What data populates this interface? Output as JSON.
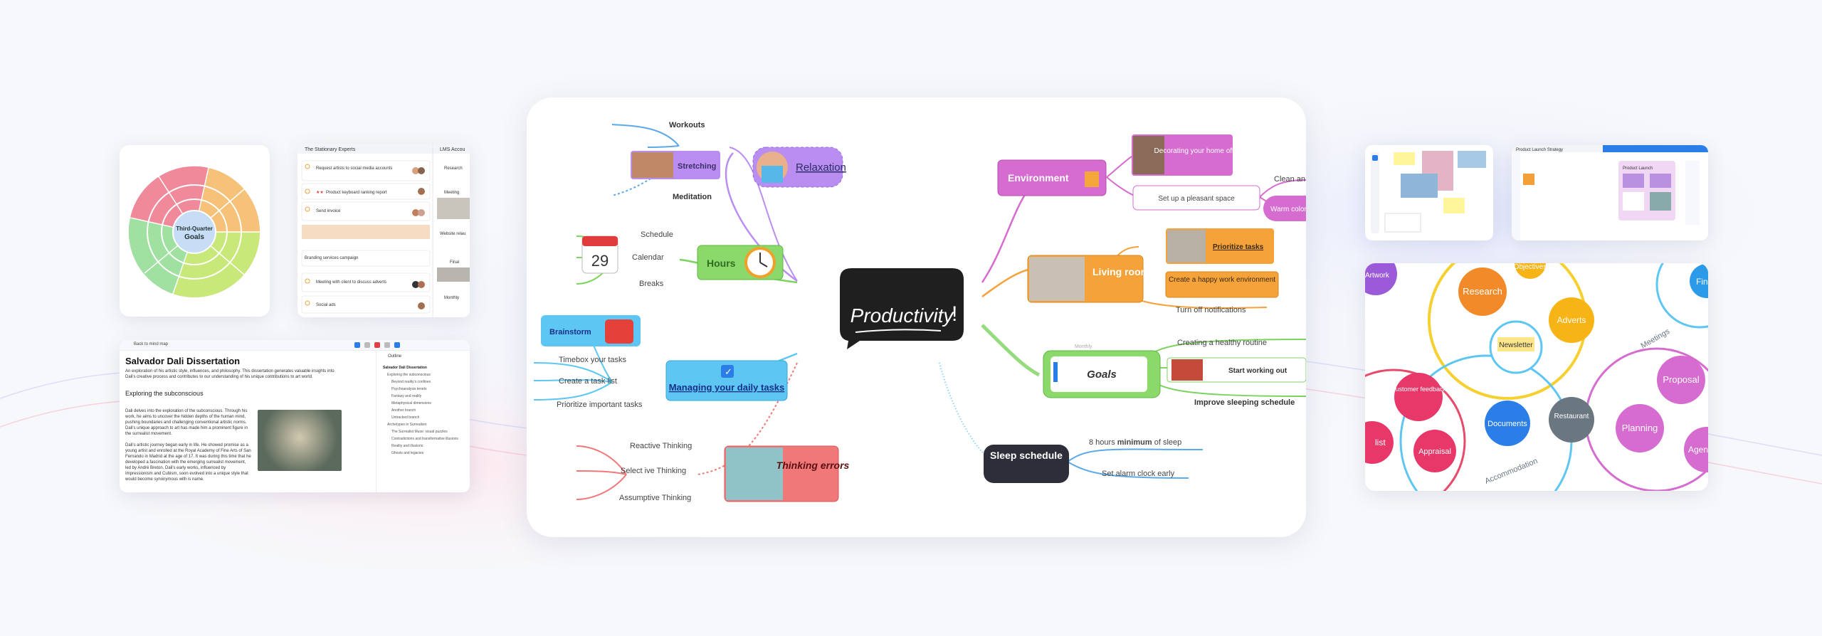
{
  "colors": {
    "environment": "#d66bd0",
    "living": "#f5a23a",
    "goals": "#7cd35f",
    "hours": "#7cd35f",
    "daily": "#5dc6f2",
    "thinking": "#f07878",
    "relaxation": "#b98ef0",
    "center": "#1f1f1f"
  },
  "main_map": {
    "center": "Productivity",
    "relaxation": {
      "label": "Relaxation",
      "children": [
        "Workouts",
        "Stretching",
        "Meditation"
      ]
    },
    "hours": {
      "label": "Hours",
      "children": [
        "Schedule",
        "Calendar",
        "Breaks"
      ]
    },
    "daily": {
      "label": "Managing your daily tasks",
      "children": [
        "Brainstorm",
        "Timebox your tasks",
        "Create a task list",
        "Prioritize important tasks"
      ]
    },
    "thinking": {
      "label": "Thinking errors",
      "children": [
        "Reactive Thinking",
        "Select ive Thinking",
        "Assumptive Thinking"
      ]
    },
    "environment": {
      "label": "Environment",
      "children": [
        "Decorating your home office",
        "Set up a pleasant space",
        "Clean an",
        "Warm colors"
      ]
    },
    "living": {
      "label": "Living room",
      "children": [
        "Prioritize tasks",
        "Create a happy work environment",
        "Turn off notifications"
      ]
    },
    "goals": {
      "label": "Goals",
      "children": [
        "Creating a healthy routine",
        "Start working out",
        "Improve sleeping schedule"
      ],
      "note": "Monthly"
    },
    "sleep": {
      "label": "Sleep schedule",
      "children": [
        "8 hours minimum of sleep",
        "Set alarm clock early"
      ],
      "hours_prefix": "8 hours ",
      "hours_bold": "minimum",
      "hours_suffix": " of sleep"
    }
  },
  "wheel": {
    "center_top": "Third-Quarter",
    "center_bottom": "Goals"
  },
  "tasks": {
    "board_title": "The Stationary Experts",
    "second_title": "LMS Accou",
    "items": [
      "Request artists to social media accounts",
      "Product keyboard ranking report",
      "Send invoice",
      "Branding services campaign",
      "Meeting with client to discuss adverts",
      "Social ads"
    ],
    "right_items": [
      "Research",
      "Meeting",
      "Website relau",
      "Final",
      "Monthly"
    ]
  },
  "document": {
    "back": "Back to mind map",
    "title": "Salvador Dali Dissertation",
    "intro": "An exploration of his artistic style, influences, and philosophy. This dissertation generates valuable insights into Dali's creative process and contributes to our understanding of his unique contributions to art world.",
    "heading": "Exploring the subconscious",
    "p1": "Dali delves into the exploration of the subconscious. Through his work, he aims to uncover the hidden depths of the human mind, pushing boundaries and challenging conventional artistic norms. Dali's unique approach to art has made him a prominent figure in the surrealist movement.",
    "p2": "Dali's artistic journey began early in life. He showed promise as a young artist and enrolled at the Royal Academy of Fine Arts of San Fernando in Madrid at the age of 17. It was during this time that he developed a fascination with the emerging surrealist movement, led by André Breton. Dali's early works, influenced by Impressionism and Cubism, soon evolved into a unique style that would become synonymous with is name.",
    "outline_label": "Outline",
    "outline": [
      "Salvador Dali Dissertation",
      "Exploring the subconscious",
      "Beyond reality's confines",
      "Psychoanalysis tenets",
      "Fantasy and reality",
      "Metaphysical dimensions",
      "Another branch",
      "Untracked branch",
      "Archetypes in Surrealism",
      "The Surrealist Muse: visual puzzles",
      "Contradictions and transformative illusions",
      "Reality and illusions",
      "Ghosts and legacies"
    ]
  },
  "bubbles": {
    "items": [
      "Research",
      "Adverts",
      "Newsletter",
      "Customer feedback",
      "Documents",
      "Restaurant",
      "Planning",
      "Proposal",
      "Appraisal",
      "list",
      "Agen",
      "Artwork",
      "Fin",
      "Accommodation",
      "Meetings",
      "Objectives"
    ]
  },
  "whiteboard": {
    "title": "Product Launch Strategy",
    "note": "Product Launch"
  }
}
